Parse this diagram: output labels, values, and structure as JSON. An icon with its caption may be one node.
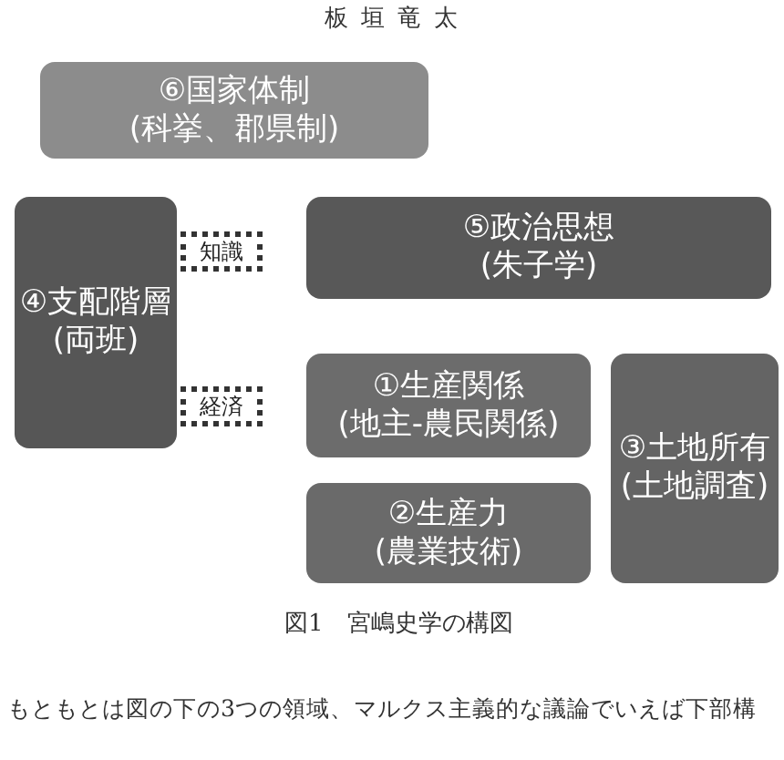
{
  "diagram": {
    "caption": "図1　宮嶋史学の構図",
    "nodes": [
      {
        "text": [
          "⑥国家体制",
          "(科挙、郡県制)"
        ]
      },
      {
        "text": [
          "④支配階層",
          "(両班)"
        ]
      },
      {
        "text": [
          "知識"
        ]
      },
      {
        "text": [
          "経済"
        ]
      },
      {
        "text": [
          "⑤政治思想",
          "(朱子学)"
        ]
      },
      {
        "text": [
          "①生産関係",
          "(地主-農民関係)"
        ]
      },
      {
        "text": [
          "③土地所有",
          "(土地調査)"
        ]
      },
      {
        "text": [
          "②生産力",
          "(農業技術)"
        ]
      }
    ],
    "labels": [
      "板垣竜太",
      "もともとは図の下の3つの領域、マルクス主義的な議論でいえば下部構"
    ]
  }
}
